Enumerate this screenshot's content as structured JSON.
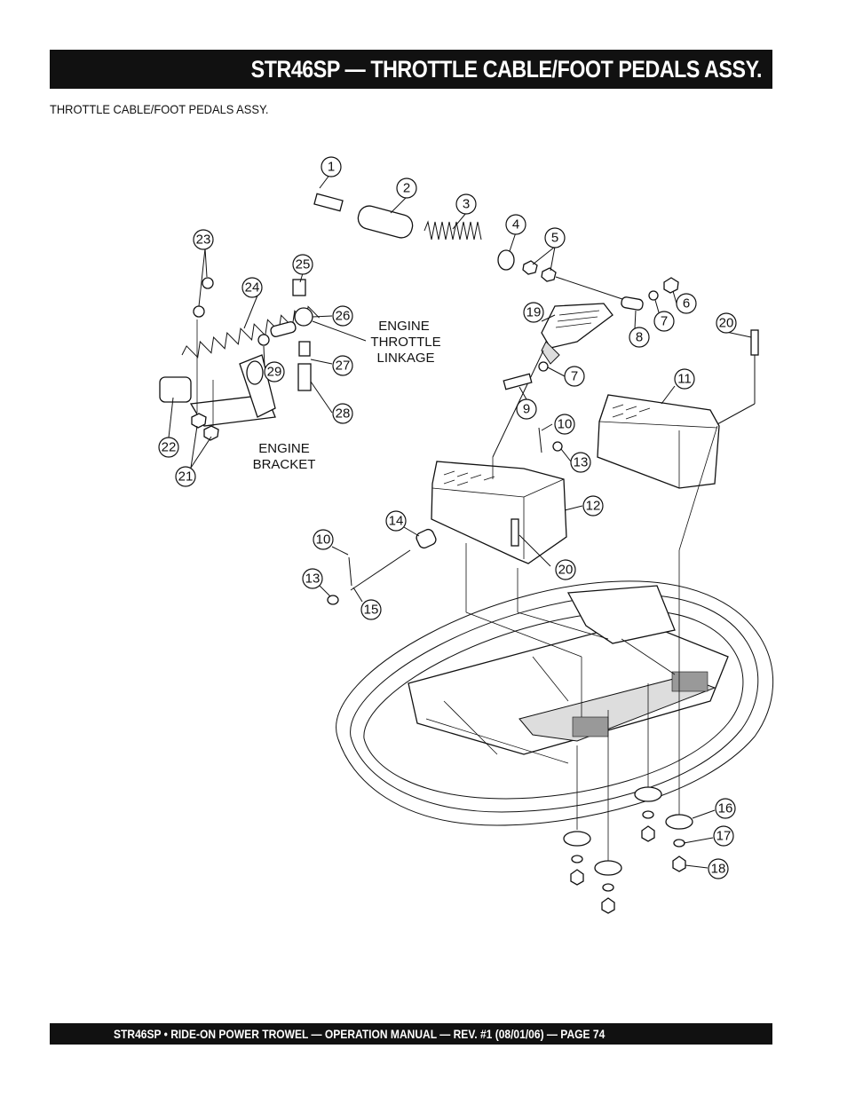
{
  "header": {
    "title": "STR46SP — THROTTLE CABLE/FOOT PEDALS ASSY."
  },
  "subtitle": "THROTTLE CABLE/FOOT PEDALS ASSY.",
  "labels": {
    "engine_throttle_linkage": [
      "ENGINE",
      "THROTTLE",
      "LINKAGE"
    ],
    "engine_bracket": [
      "ENGINE",
      "BRACKET"
    ]
  },
  "callouts": [
    "1",
    "2",
    "3",
    "4",
    "5",
    "6",
    "7",
    "8",
    "19",
    "20",
    "7",
    "9",
    "10",
    "11",
    "13",
    "12",
    "14",
    "10",
    "20",
    "13",
    "15",
    "16",
    "17",
    "18",
    "23",
    "24",
    "25",
    "26",
    "27",
    "28",
    "29",
    "22",
    "21"
  ],
  "footer": "STR46SP • RIDE-ON POWER TROWEL — OPERATION MANUAL — REV. #1 (08/01/06) — PAGE 74"
}
